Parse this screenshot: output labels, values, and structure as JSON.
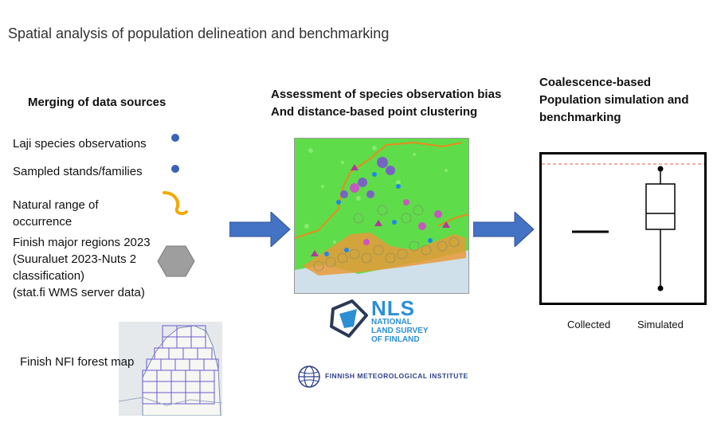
{
  "title": "Spatial analysis of population delineation and benchmarking",
  "left": {
    "heading": "Merging of data sources",
    "items": [
      {
        "label": "Laji species observations",
        "icon": "blue-dot-icon"
      },
      {
        "label": "Sampled stands/families",
        "icon": "blue-dot-icon"
      },
      {
        "label_line1": "Natural range of",
        "label_line2": "occurrence",
        "icon": "orange-curve-icon"
      },
      {
        "label_line1": "Finish major regions 2023",
        "label_line2": "(Suuraluet 2023-Nuts 2",
        "label_line3": "classification)",
        "label_line4": "(stat.fi WMS server data)",
        "icon": "hexagon-icon"
      }
    ],
    "forest_map_label": "Finish NFI forest map"
  },
  "middle": {
    "heading_line1": "Assessment of species observation bias",
    "heading_line2": "And distance-based point clustering",
    "nls_logo": {
      "short": "NLS",
      "line1": "NATIONAL",
      "line2": "LAND SURVEY",
      "line3": "OF FINLAND"
    },
    "fmi_logo_text": "FINNISH METEOROLOGICAL INSTITUTE"
  },
  "right": {
    "heading_line1": "Coalescence-based",
    "heading_line2": "Population simulation and",
    "heading_line3": "benchmarking",
    "labels": [
      "Collected",
      "Simulated"
    ]
  },
  "colors": {
    "arrow": "#4472c4",
    "dot": "#3a63b8",
    "range_curve": "#f2a900",
    "hexagon": "#9e9e9e",
    "threshold_line": "#e06040",
    "map_green": "#5fdc4a",
    "nls_blue": "#2b8fd4"
  }
}
